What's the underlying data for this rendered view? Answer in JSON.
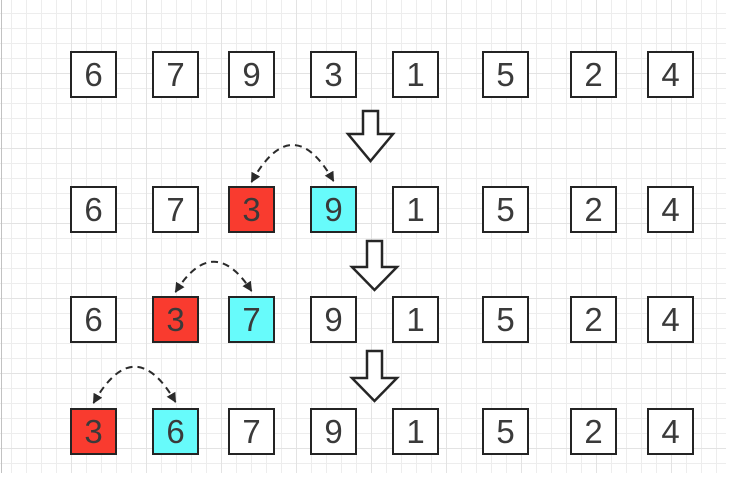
{
  "diagram_title": "",
  "colors": {
    "red": "#f93b2f",
    "cyan": "#67fbfb",
    "plain": "#ffffff",
    "border": "#242424",
    "digit": "#3a3a3a",
    "arc": "#2b2b2b",
    "arrow_outline": "#262626",
    "grid_minor": "#ededed",
    "grid_major": "#e3e3e3"
  },
  "rows": [
    {
      "cells": [
        {
          "v": "6",
          "bg": "plain"
        },
        {
          "v": "7",
          "bg": "plain"
        },
        {
          "v": "9",
          "bg": "plain"
        },
        {
          "v": "3",
          "bg": "plain"
        },
        {
          "v": "1",
          "bg": "plain"
        },
        {
          "v": "5",
          "bg": "plain"
        },
        {
          "v": "2",
          "bg": "plain"
        },
        {
          "v": "4",
          "bg": "plain"
        }
      ]
    },
    {
      "cells": [
        {
          "v": "6",
          "bg": "plain"
        },
        {
          "v": "7",
          "bg": "plain"
        },
        {
          "v": "3",
          "bg": "red"
        },
        {
          "v": "9",
          "bg": "cyan"
        },
        {
          "v": "1",
          "bg": "plain"
        },
        {
          "v": "5",
          "bg": "plain"
        },
        {
          "v": "2",
          "bg": "plain"
        },
        {
          "v": "4",
          "bg": "plain"
        }
      ]
    },
    {
      "cells": [
        {
          "v": "6",
          "bg": "plain"
        },
        {
          "v": "3",
          "bg": "red"
        },
        {
          "v": "7",
          "bg": "cyan"
        },
        {
          "v": "9",
          "bg": "plain"
        },
        {
          "v": "1",
          "bg": "plain"
        },
        {
          "v": "5",
          "bg": "plain"
        },
        {
          "v": "2",
          "bg": "plain"
        },
        {
          "v": "4",
          "bg": "plain"
        }
      ]
    },
    {
      "cells": [
        {
          "v": "3",
          "bg": "red"
        },
        {
          "v": "6",
          "bg": "cyan"
        },
        {
          "v": "7",
          "bg": "plain"
        },
        {
          "v": "9",
          "bg": "plain"
        },
        {
          "v": "1",
          "bg": "plain"
        },
        {
          "v": "5",
          "bg": "plain"
        },
        {
          "v": "2",
          "bg": "plain"
        },
        {
          "v": "4",
          "bg": "plain"
        }
      ]
    }
  ],
  "swap_arcs": [
    {
      "row": 1,
      "from_col": 2,
      "to_col": 3
    },
    {
      "row": 2,
      "from_col": 1,
      "to_col": 2
    },
    {
      "row": 3,
      "from_col": 0,
      "to_col": 1
    }
  ],
  "step_arrow_count": 3
}
